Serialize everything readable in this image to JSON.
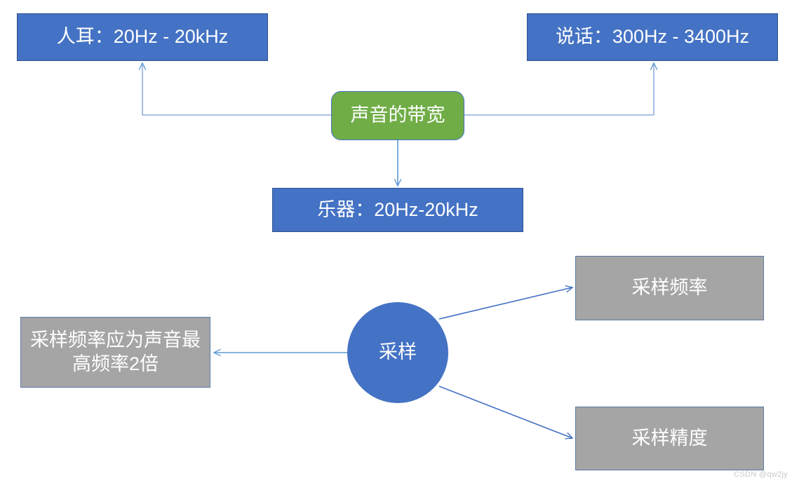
{
  "diagram": {
    "title_nodes": {
      "ear": "人耳：20Hz - 20kHz",
      "speech": "说话：300Hz - 3400Hz",
      "bandwidth": "声音的带宽",
      "instrument": "乐器：20Hz-20kHz",
      "sampling": "采样",
      "sampling_rate": "采样频率",
      "sampling_precision": "采样精度",
      "sampling_rule": "采样频率应为声音最高频率2倍"
    },
    "colors": {
      "blue_fill": "#4472C4",
      "blue_border": "#2F528F",
      "green_fill": "#70AD47",
      "green_border": "#4472C4",
      "gray_fill": "#A5A5A5",
      "gray_border": "#5A7BA6",
      "connector": "#5B9BD5",
      "connector_dark": "#4472C4",
      "text": "#FFFFFF"
    },
    "edges": [
      {
        "name": "bandwidth-to-ear",
        "from": "bandwidth",
        "to": "ear",
        "style": "elbow",
        "arrow": "to"
      },
      {
        "name": "bandwidth-to-speech",
        "from": "bandwidth",
        "to": "speech",
        "style": "elbow",
        "arrow": "to"
      },
      {
        "name": "bandwidth-to-instrument",
        "from": "bandwidth",
        "to": "instrument",
        "style": "straight-vertical",
        "arrow": "to"
      },
      {
        "name": "sampling-to-rate",
        "from": "sampling",
        "to": "sampling_rate",
        "style": "straight",
        "arrow": "to"
      },
      {
        "name": "sampling-to-precision",
        "from": "sampling",
        "to": "sampling_precision",
        "style": "straight",
        "arrow": "to"
      },
      {
        "name": "sampling-to-rule",
        "from": "sampling",
        "to": "sampling_rule",
        "style": "straight-horizontal",
        "arrow": "to"
      }
    ]
  },
  "watermark": "CSDN @qw2jy"
}
